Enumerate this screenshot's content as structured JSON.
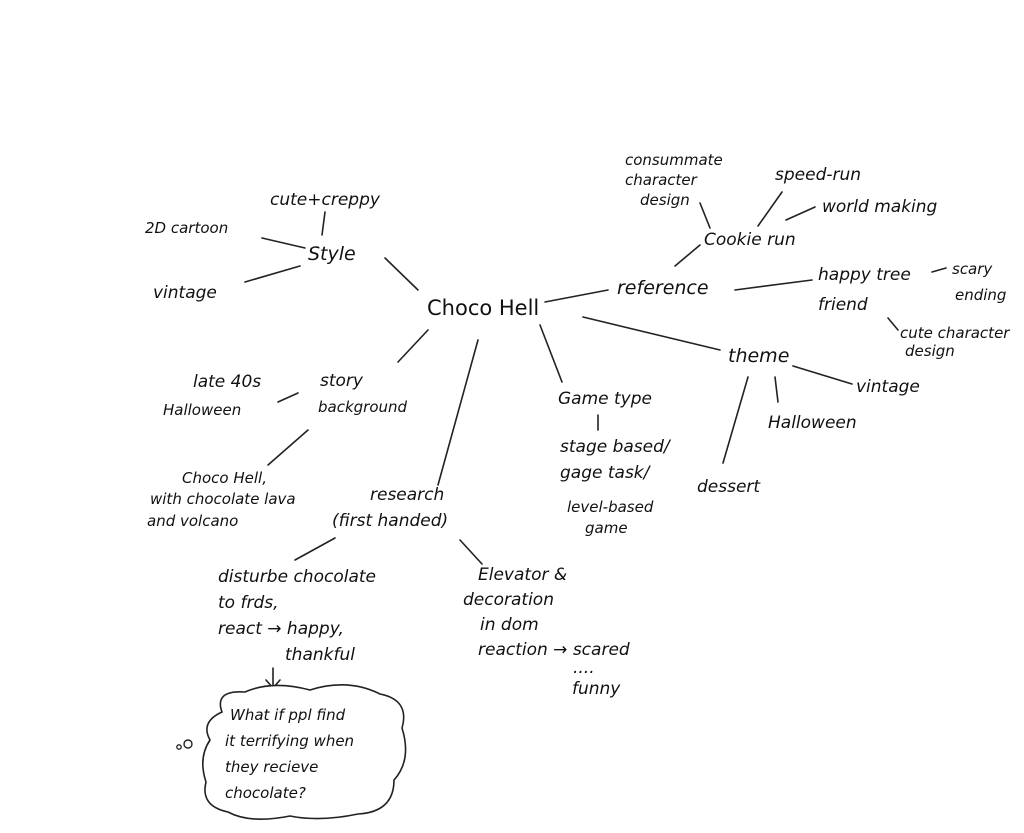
{
  "center": "Choco Hell",
  "style": {
    "label": "Style",
    "items": [
      "cute+creppy",
      "2D cartoon",
      "vintage"
    ]
  },
  "reference": {
    "label": "reference",
    "cookie_run": {
      "label": "Cookie run",
      "items": [
        [
          "consummate",
          "character",
          "design"
        ],
        [
          "speed-run"
        ],
        [
          "world making"
        ]
      ]
    },
    "happy_tree": {
      "label": [
        "happy tree",
        "friend"
      ],
      "items": [
        [
          "scary",
          "ending"
        ],
        [
          "cute character",
          "design"
        ]
      ]
    }
  },
  "theme": {
    "label": "theme",
    "items": [
      "vintage",
      "Halloween",
      "dessert"
    ]
  },
  "story": {
    "label": [
      "story",
      "background"
    ],
    "items": [
      [
        "late 40s",
        "Halloween"
      ],
      [
        "Choco Hell,",
        "with chocolate lava",
        "and volcano"
      ]
    ]
  },
  "game_type": {
    "label": "Game type",
    "items": [
      "stage based/",
      "gage task/",
      "level-based",
      "game"
    ]
  },
  "research": {
    "label": [
      "research",
      "(first handed)"
    ],
    "disturbe": [
      "disturbe chocolate",
      "to frds,",
      "react → happy,",
      "thankful"
    ],
    "elevator": [
      "Elevator &",
      "decoration",
      "in dom",
      "reaction → scared"
    ],
    "elevator_more": [
      "....",
      "funny"
    ],
    "thought": [
      "What if ppl find",
      "it terrifying when",
      "they recieve",
      "chocolate?"
    ]
  }
}
